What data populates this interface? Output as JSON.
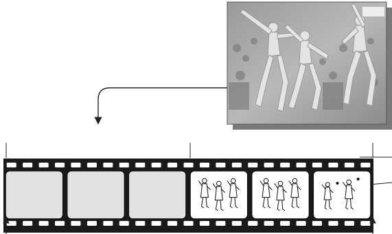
{
  "photo": {
    "subject": "photo-of-three-dancers"
  },
  "filmstrip": {
    "frames": [
      {
        "kind": "blank"
      },
      {
        "kind": "blank"
      },
      {
        "kind": "blank"
      },
      {
        "kind": "outline",
        "figures": 3
      },
      {
        "kind": "outline",
        "figures": 3
      },
      {
        "kind": "partial",
        "figures": 2
      }
    ],
    "sprocket_holes_per_row": 23
  },
  "icons": {
    "arrow": "curved-arrow-icon",
    "up_arrow": "up-arrow-icon"
  },
  "colors": {
    "film": "#1a1a1a",
    "frame_blank": "#e2e2e2",
    "frame_outline": "#ffffff",
    "photo_shadow": "#777777",
    "photo_light": "#d6d6d6",
    "photo_mid": "#8a8a8a"
  }
}
